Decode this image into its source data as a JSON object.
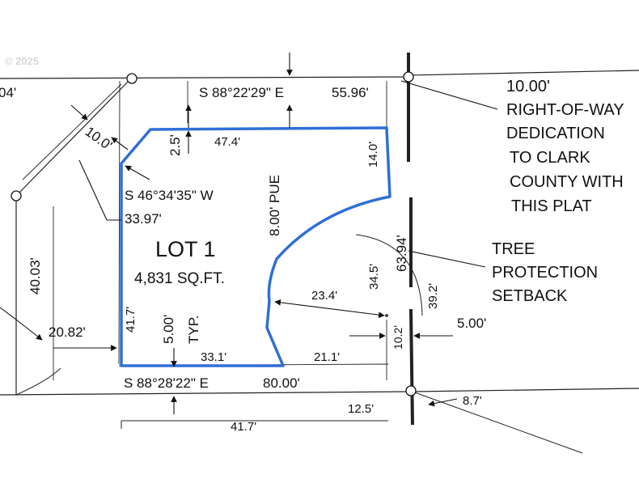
{
  "copyright": "© 2025",
  "bearings": {
    "north_line": "S 88°22'29\" E",
    "north_dist": "55.96'",
    "south_line": "S 88°28'22\" E",
    "south_dist": "80.00'",
    "diag_bearing": "S 46°34'35\" W",
    "diag_dist": "33.97'"
  },
  "dimensions": {
    "d04": "04'",
    "d10": "10.0'",
    "d25": "2.5'",
    "d474": "47.4'",
    "d14": "14.0'",
    "pue": "8.00' PUE",
    "d4003": "40.03'",
    "d2082": "20.82'",
    "d417_west": "41.7'",
    "d500_typ": "5.00'",
    "typ": "TYP.",
    "d331": "33.1'",
    "d211": "21.1'",
    "d102": "10.2'",
    "d500_east": "5.00'",
    "d234": "23.4'",
    "d345": "34.5'",
    "d6394": "63.94'",
    "d392": "39.2'",
    "d87": "8.7'",
    "d125": "12.5'",
    "d417_south": "41.7'"
  },
  "lot": {
    "name": "LOT 1",
    "area": "4,831 SQ.FT."
  },
  "notes": {
    "row_lines": [
      "10.00'",
      "RIGHT-OF-WAY",
      "DEDICATION",
      "TO CLARK",
      "COUNTY WITH",
      "THIS PLAT"
    ],
    "tree_lines": [
      "TREE",
      "PROTECTION",
      "SETBACK"
    ]
  },
  "colors": {
    "lot_outline": "#2f6fd6",
    "ink": "#111111"
  }
}
